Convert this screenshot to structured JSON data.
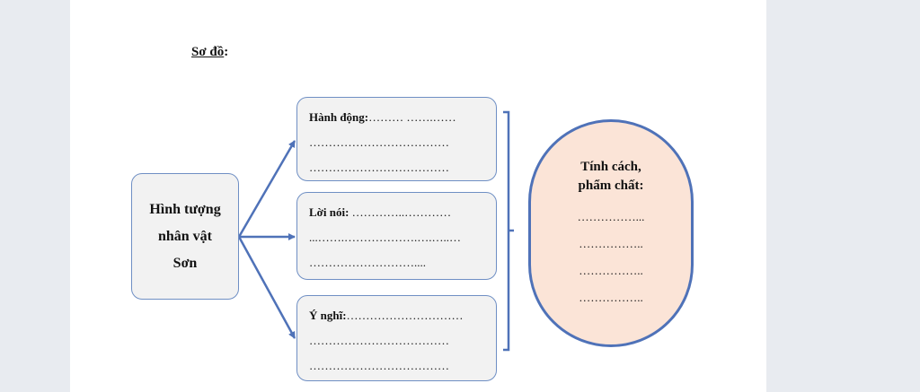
{
  "heading": {
    "label": "Sơ đồ",
    "suffix": ":"
  },
  "center": {
    "lines": [
      "Hình tượng",
      "nhân vật",
      "Sơn"
    ]
  },
  "branches": [
    {
      "label": "Hành động:",
      "lines": [
        "……… …….……",
        "………………………………",
        "………………………………"
      ]
    },
    {
      "label": "Lời nói:",
      "lines": [
        " …………..…………",
        "...…….……………….….…..…",
        "………………………...."
      ]
    },
    {
      "label": "Ý nghĩ:",
      "lines": [
        "…………………………",
        "………………………………",
        "………………………………"
      ]
    }
  ],
  "oval": {
    "title_lines": [
      "Tính cách,",
      "phẩm chất:"
    ],
    "dot_lines": [
      "……………...",
      "……………..",
      "……………..",
      "…………….."
    ]
  },
  "colors": {
    "box_border": "#6f8fc4",
    "box_fill": "#f2f2f2",
    "arrow": "#4f72b8",
    "oval_border": "#4f72b8",
    "oval_fill": "#fbe4d7"
  }
}
